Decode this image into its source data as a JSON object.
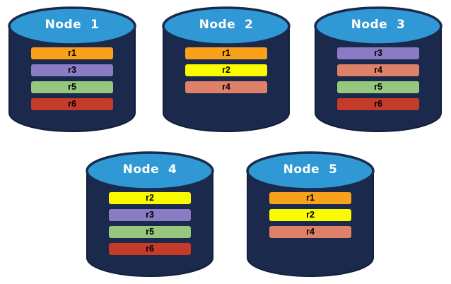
{
  "diagram": {
    "node_top_color": "#3099D5",
    "node_body_color": "#1B2A4C",
    "record_colors": {
      "r1": "#F9A11B",
      "r2": "#FBFB00",
      "r3": "#8A7BC4",
      "r4": "#DF8069",
      "r5": "#95C77E",
      "r6": "#C43C27"
    },
    "nodes": [
      {
        "label": "Node  1",
        "records": [
          "r1",
          "r3",
          "r5",
          "r6"
        ]
      },
      {
        "label": "Node  2",
        "records": [
          "r1",
          "r2",
          "r4"
        ]
      },
      {
        "label": "Node  3",
        "records": [
          "r3",
          "r4",
          "r5",
          "r6"
        ]
      },
      {
        "label": "Node  4",
        "records": [
          "r2",
          "r3",
          "r5",
          "r6"
        ]
      },
      {
        "label": "Node  5",
        "records": [
          "r1",
          "r2",
          "r4"
        ]
      }
    ]
  }
}
